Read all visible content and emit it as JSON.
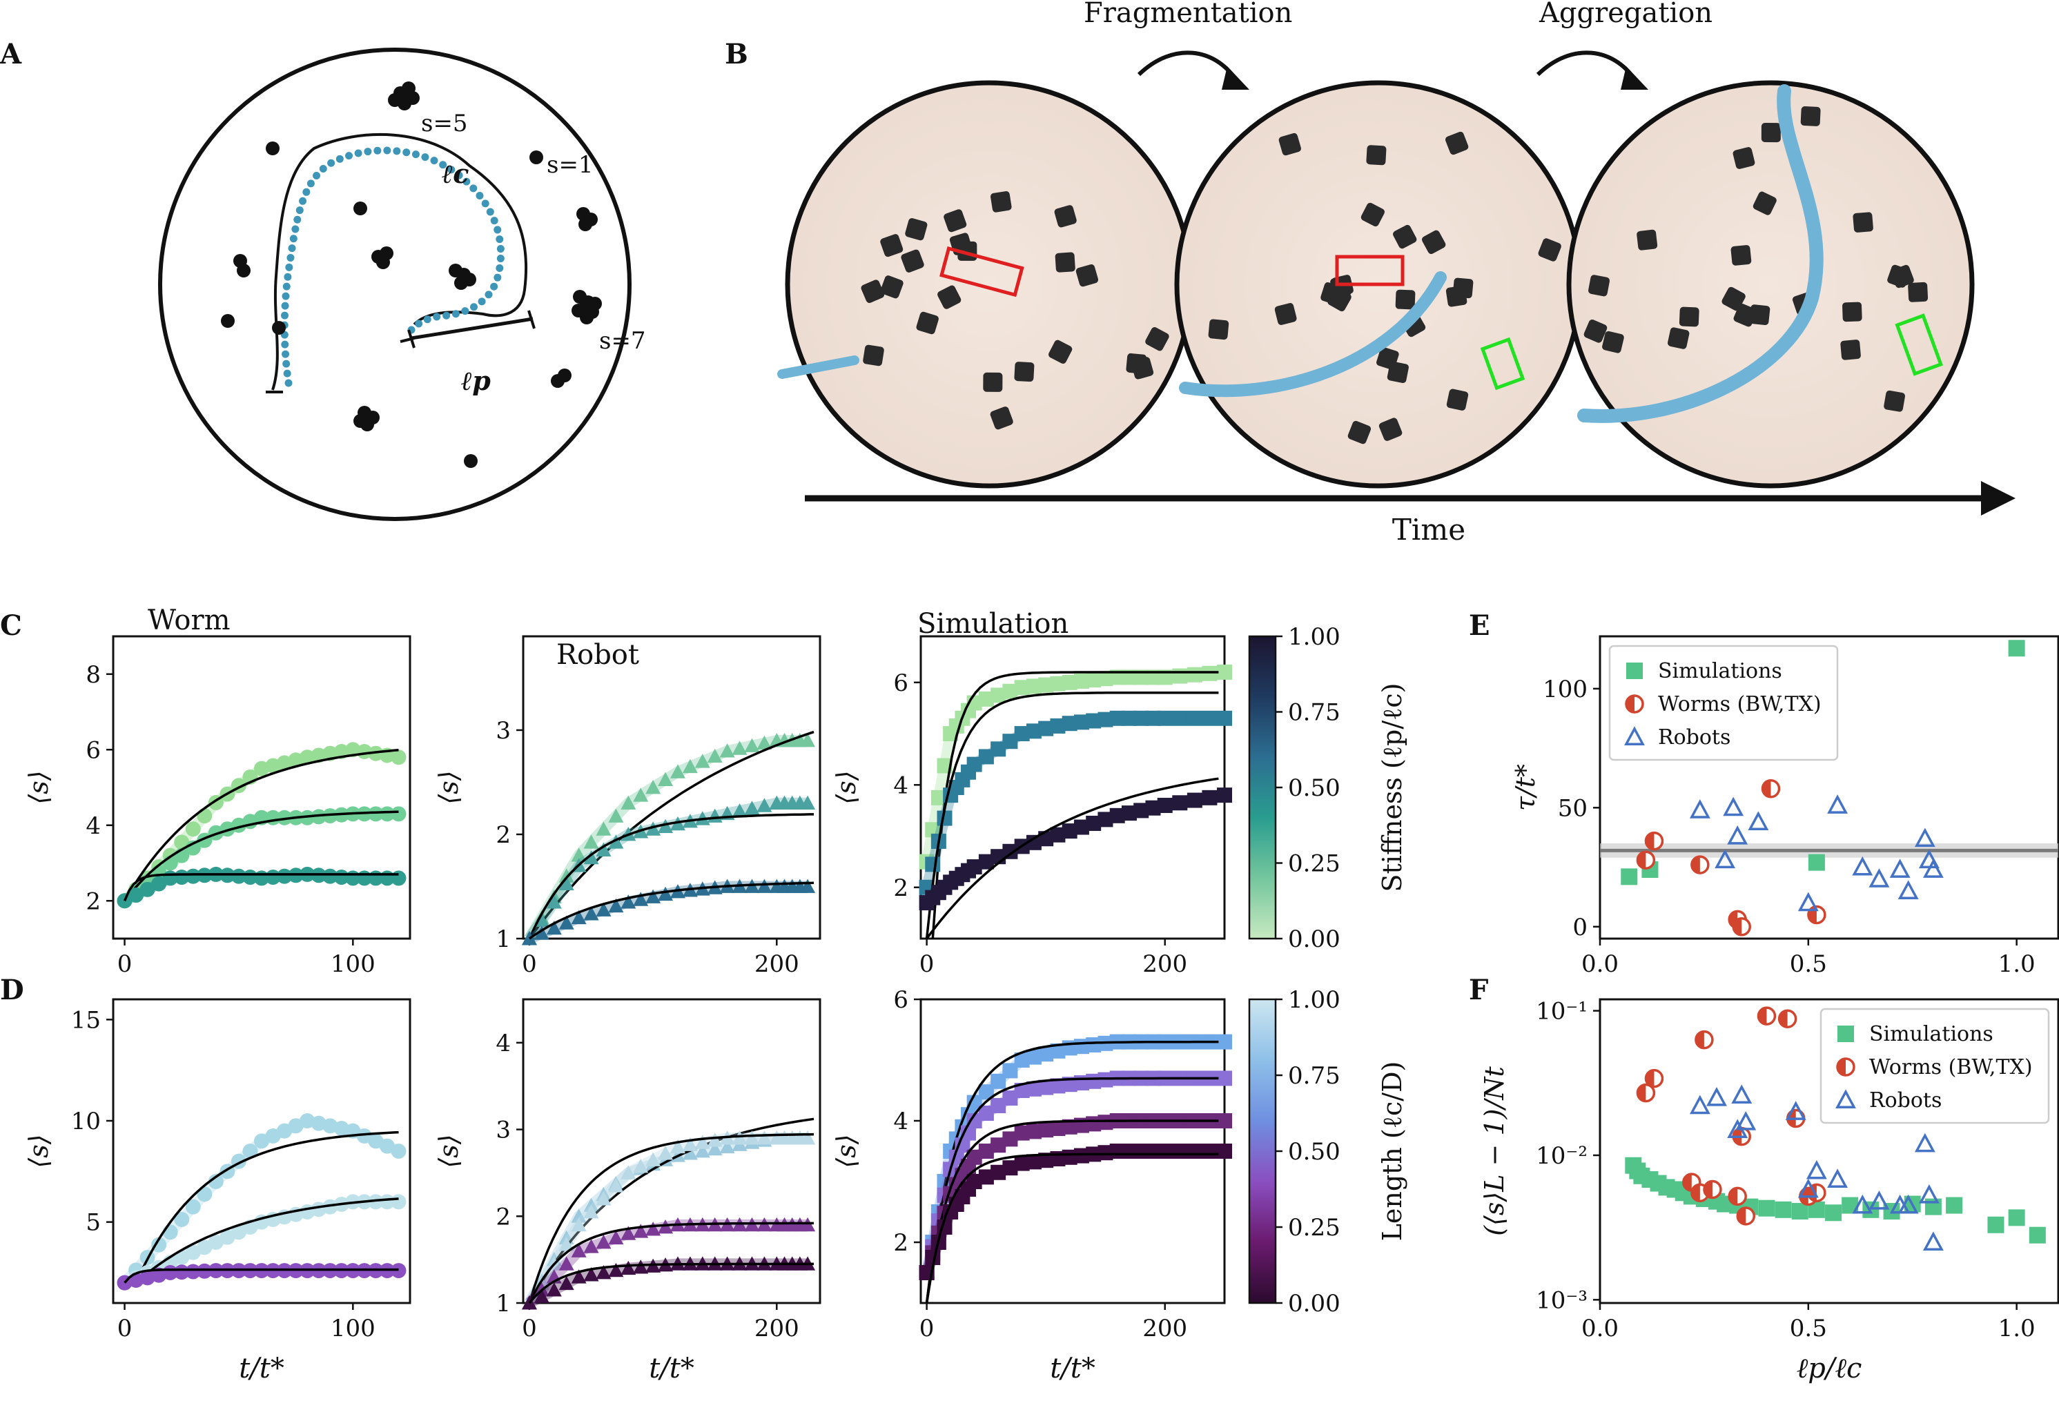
{
  "panel_letters": {
    "A": "A",
    "B": "B",
    "C": "C",
    "D": "D",
    "E": "E",
    "F": "F"
  },
  "schematic": {
    "cluster_labels": [
      "s=5",
      "s=1",
      "s=7"
    ],
    "contour_label": "ℓc",
    "persistence_label": "ℓp"
  },
  "sequence": {
    "step1": "Fragmentation",
    "step2": "Aggregation",
    "axis": "Time"
  },
  "colorbars": {
    "stiffness": {
      "label": "Stiffness (ℓp/ℓc)",
      "ticks": [
        "0.00",
        "0.25",
        "0.50",
        "0.75",
        "1.00"
      ],
      "colors": [
        "#c7e9c0",
        "#74c69d",
        "#2a9d8f",
        "#2c6e91",
        "#1f3a5f",
        "#1b1530"
      ]
    },
    "length": {
      "label": "Length (ℓc/D)",
      "ticks": [
        "0.00",
        "0.25",
        "0.50",
        "0.75",
        "1.00"
      ],
      "colors": [
        "#2b0a2e",
        "#6a1b6e",
        "#8a4fc0",
        "#6f8fe0",
        "#8ec0e8",
        "#cde6f0"
      ]
    }
  },
  "chart_data": [
    {
      "id": "C-worm",
      "type": "scatter",
      "title": "Worm",
      "xlabel": "",
      "ylabel": "⟨s⟩",
      "xlim": [
        -5,
        125
      ],
      "ylim": [
        1,
        9
      ],
      "xticks": [
        0,
        100
      ],
      "yticks": [
        2,
        4,
        6,
        8
      ],
      "series": [
        {
          "color": "#98dd95",
          "marker": "circle",
          "x": [
            0,
            20,
            40,
            60,
            80,
            100,
            120
          ],
          "y": [
            2.0,
            3.2,
            4.6,
            5.5,
            5.8,
            6.0,
            5.8
          ],
          "fit": [
            0,
            2,
            6.2,
            40
          ]
        },
        {
          "color": "#6fcf97",
          "marker": "circle",
          "x": [
            0,
            20,
            40,
            60,
            80,
            100,
            120
          ],
          "y": [
            2.0,
            3.0,
            3.8,
            4.2,
            4.2,
            4.3,
            4.3
          ],
          "fit": [
            0,
            2,
            4.4,
            30
          ]
        },
        {
          "color": "#2e9d8f",
          "marker": "circle",
          "x": [
            0,
            20,
            40,
            60,
            80,
            100,
            120
          ],
          "y": [
            2.0,
            2.6,
            2.7,
            2.6,
            2.7,
            2.6,
            2.6
          ],
          "fit": [
            0,
            2,
            2.7,
            4
          ]
        }
      ]
    },
    {
      "id": "C-robot",
      "type": "scatter",
      "title": "Robot",
      "xlabel": "",
      "ylabel": "⟨s⟩",
      "xlim": [
        -5,
        235
      ],
      "ylim": [
        1,
        3.9
      ],
      "xticks": [
        0,
        200
      ],
      "yticks": [
        1,
        2,
        3
      ],
      "series": [
        {
          "color": "#74c69d",
          "marker": "triangle",
          "x": [
            0,
            40,
            80,
            120,
            160,
            200,
            225
          ],
          "y": [
            1.0,
            1.8,
            2.3,
            2.6,
            2.8,
            2.9,
            2.9
          ],
          "fit": [
            0,
            1,
            3.6,
            160
          ]
        },
        {
          "color": "#4aa3a0",
          "marker": "triangle",
          "x": [
            0,
            40,
            80,
            120,
            160,
            200,
            225
          ],
          "y": [
            1.0,
            1.7,
            2.0,
            2.1,
            2.2,
            2.3,
            2.3
          ],
          "fit": [
            0,
            1,
            2.2,
            45
          ]
        },
        {
          "color": "#2c6e91",
          "marker": "triangle",
          "x": [
            0,
            40,
            80,
            120,
            160,
            200,
            225
          ],
          "y": [
            1.0,
            1.2,
            1.35,
            1.45,
            1.5,
            1.5,
            1.5
          ],
          "fit": [
            0,
            1,
            1.55,
            65
          ]
        }
      ]
    },
    {
      "id": "C-sim",
      "type": "scatter",
      "title": "Simulation",
      "xlabel": "",
      "ylabel": "⟨s⟩",
      "xlim": [
        -5,
        250
      ],
      "ylim": [
        1,
        6.9
      ],
      "xticks": [
        0,
        200
      ],
      "yticks": [
        2,
        4,
        6
      ],
      "series": [
        {
          "color": "#a6e3a1",
          "marker": "square",
          "x": [
            0,
            20,
            40,
            80,
            120,
            160,
            200,
            250
          ],
          "y": [
            2.5,
            5.0,
            5.6,
            5.9,
            6.0,
            6.1,
            6.1,
            6.2
          ],
          "fit": [
            5,
            1,
            6.2,
            14
          ]
        },
        {
          "color": "#2e7d9a",
          "marker": "square",
          "x": [
            0,
            20,
            40,
            80,
            120,
            160,
            200,
            250
          ],
          "y": [
            2.0,
            3.8,
            4.4,
            5.0,
            5.2,
            5.3,
            5.3,
            5.3
          ],
          "fit": [
            0,
            1,
            5.8,
            20
          ]
        },
        {
          "color": "#231a3b",
          "marker": "square",
          "x": [
            0,
            20,
            40,
            80,
            120,
            160,
            200,
            250
          ],
          "y": [
            1.7,
            2.1,
            2.4,
            2.8,
            3.1,
            3.4,
            3.6,
            3.8
          ],
          "fit": [
            0,
            1,
            4.5,
            110
          ]
        }
      ]
    },
    {
      "id": "D-worm",
      "type": "scatter",
      "title": "",
      "xlabel": "t/t*",
      "ylabel": "⟨s⟩",
      "xlim": [
        -5,
        125
      ],
      "ylim": [
        1,
        16
      ],
      "xticks": [
        0,
        100
      ],
      "yticks": [
        5,
        10,
        15
      ],
      "series": [
        {
          "color": "#a8d8e6",
          "marker": "circle",
          "x": [
            0,
            20,
            40,
            60,
            80,
            100,
            120
          ],
          "y": [
            2.0,
            4.5,
            7.0,
            9.0,
            10.0,
            9.5,
            8.5
          ],
          "fit": [
            5,
            2,
            9.6,
            30
          ]
        },
        {
          "color": "#bfe2ea",
          "marker": "circle",
          "x": [
            0,
            20,
            40,
            60,
            80,
            100,
            120
          ],
          "y": [
            2.0,
            3.0,
            4.0,
            5.0,
            5.5,
            6.0,
            6.0
          ],
          "fit": [
            5,
            2,
            6.5,
            45
          ]
        },
        {
          "color": "#8a4fc0",
          "marker": "circle",
          "x": [
            0,
            20,
            40,
            60,
            80,
            100,
            120
          ],
          "y": [
            2.0,
            2.5,
            2.6,
            2.6,
            2.6,
            2.6,
            2.6
          ],
          "fit": [
            0,
            2,
            2.65,
            4
          ]
        }
      ]
    },
    {
      "id": "D-robot",
      "type": "scatter",
      "title": "",
      "xlabel": "t/t*",
      "ylabel": "⟨s⟩",
      "xlim": [
        -5,
        235
      ],
      "ylim": [
        1,
        4.5
      ],
      "xticks": [
        0,
        200
      ],
      "yticks": [
        1,
        2,
        3,
        4
      ],
      "series": [
        {
          "color": "#9cc9de",
          "marker": "triangle",
          "x": [
            0,
            40,
            80,
            120,
            160,
            200,
            225
          ],
          "y": [
            1.0,
            2.0,
            2.5,
            2.7,
            2.8,
            2.9,
            2.9
          ],
          "fit": [
            0,
            1,
            3.3,
            90
          ]
        },
        {
          "color": "#b9d9e6",
          "marker": "triangle",
          "x": [
            0,
            40,
            80,
            120,
            160,
            200,
            225
          ],
          "y": [
            1.0,
            1.9,
            2.5,
            2.8,
            2.9,
            2.9,
            2.9
          ],
          "fit": [
            0,
            1,
            2.95,
            40
          ]
        },
        {
          "color": "#7a3a95",
          "marker": "triangle",
          "x": [
            0,
            40,
            80,
            120,
            160,
            200,
            225
          ],
          "y": [
            1.0,
            1.6,
            1.8,
            1.9,
            1.9,
            1.9,
            1.9
          ],
          "fit": [
            0,
            1,
            1.92,
            30
          ]
        },
        {
          "color": "#3d0f45",
          "marker": "triangle",
          "x": [
            0,
            40,
            80,
            120,
            160,
            200,
            225
          ],
          "y": [
            1.0,
            1.3,
            1.4,
            1.45,
            1.45,
            1.45,
            1.45
          ],
          "fit": [
            0,
            1,
            1.45,
            25
          ]
        }
      ]
    },
    {
      "id": "D-sim",
      "type": "scatter",
      "title": "",
      "xlabel": "t/t*",
      "ylabel": "⟨s⟩",
      "xlim": [
        -5,
        250
      ],
      "ylim": [
        1,
        6
      ],
      "xticks": [
        0,
        200
      ],
      "yticks": [
        2,
        4,
        6
      ],
      "series": [
        {
          "color": "#6fa8e8",
          "marker": "square",
          "x": [
            0,
            20,
            40,
            80,
            120,
            160,
            200,
            250
          ],
          "y": [
            1.5,
            3.5,
            4.3,
            5.0,
            5.2,
            5.3,
            5.3,
            5.3
          ],
          "fit": [
            0,
            1,
            5.3,
            25
          ]
        },
        {
          "color": "#8a6fd6",
          "marker": "square",
          "x": [
            0,
            20,
            40,
            80,
            120,
            160,
            200,
            250
          ],
          "y": [
            1.5,
            3.2,
            4.0,
            4.5,
            4.6,
            4.7,
            4.7,
            4.7
          ],
          "fit": [
            0,
            1,
            4.7,
            22
          ]
        },
        {
          "color": "#6b2a7a",
          "marker": "square",
          "x": [
            0,
            20,
            40,
            80,
            120,
            160,
            200,
            250
          ],
          "y": [
            1.5,
            2.8,
            3.4,
            3.8,
            3.9,
            4.0,
            4.0,
            4.0
          ],
          "fit": [
            0,
            1,
            4.0,
            20
          ]
        },
        {
          "color": "#3a0c3d",
          "marker": "square",
          "x": [
            0,
            20,
            40,
            80,
            120,
            160,
            200,
            250
          ],
          "y": [
            1.5,
            2.5,
            3.0,
            3.3,
            3.4,
            3.5,
            3.5,
            3.5
          ],
          "fit": [
            0,
            1,
            3.45,
            18
          ]
        }
      ]
    },
    {
      "id": "E",
      "type": "scatter",
      "title": "",
      "xlabel": "",
      "ylabel": "τ/t*",
      "xlim": [
        0,
        1.1
      ],
      "ylim": [
        -5,
        122
      ],
      "xticks": [
        0.0,
        0.5,
        1.0
      ],
      "yticks": [
        0,
        50,
        100
      ],
      "hline": {
        "y": 32,
        "band": [
          29,
          35
        ]
      },
      "legend": {
        "placement": "top-left",
        "entries": [
          "Simulations",
          "Worms (BW,TX)",
          "Robots"
        ]
      },
      "series": [
        {
          "name": "Simulations",
          "color": "#52c48a",
          "marker": "square",
          "x": [
            0.07,
            0.12,
            0.52,
            1.0
          ],
          "y": [
            21,
            24,
            27,
            117
          ]
        },
        {
          "name": "Worms (BW,TX)",
          "color": "#d1452e",
          "marker": "halfcircle",
          "x": [
            0.11,
            0.13,
            0.24,
            0.33,
            0.34,
            0.41,
            0.52
          ],
          "y": [
            28,
            36,
            26,
            3,
            0,
            58,
            5
          ]
        },
        {
          "name": "Robots",
          "color": "#4472c4",
          "marker": "triangle",
          "x": [
            0.24,
            0.3,
            0.32,
            0.33,
            0.38,
            0.5,
            0.57,
            0.63,
            0.67,
            0.72,
            0.74,
            0.78,
            0.79,
            0.8
          ],
          "y": [
            49,
            28,
            50,
            38,
            44,
            10,
            51,
            25,
            20,
            24,
            15,
            37,
            28,
            24
          ]
        }
      ]
    },
    {
      "id": "F",
      "type": "scatter",
      "title": "",
      "xlabel": "ℓp/ℓc",
      "ylabel": "(⟨s⟩L − 1)/Nt",
      "xlim": [
        0,
        1.1
      ],
      "ylim": [
        0.00095,
        0.12
      ],
      "yscale": "log",
      "xticks": [
        0.0,
        0.5,
        1.0
      ],
      "yticks": [
        0.001,
        0.01,
        0.1
      ],
      "yticklabels": [
        "10⁻³",
        "10⁻²",
        "10⁻¹"
      ],
      "legend": {
        "placement": "top-right",
        "entries": [
          "Simulations",
          "Worms (BW,TX)",
          "Robots"
        ]
      },
      "series": [
        {
          "name": "Simulations",
          "color": "#52c48a",
          "marker": "square",
          "x": [
            0.08,
            0.09,
            0.1,
            0.12,
            0.14,
            0.16,
            0.18,
            0.2,
            0.22,
            0.25,
            0.28,
            0.3,
            0.33,
            0.36,
            0.4,
            0.44,
            0.48,
            0.52,
            0.56,
            0.6,
            0.65,
            0.7,
            0.75,
            0.8,
            0.85,
            0.95,
            1.0,
            1.05
          ],
          "y": [
            0.0085,
            0.0078,
            0.0072,
            0.0068,
            0.0064,
            0.006,
            0.0058,
            0.0055,
            0.0052,
            0.005,
            0.0048,
            0.0046,
            0.0045,
            0.0044,
            0.0043,
            0.0042,
            0.0041,
            0.0042,
            0.004,
            0.0045,
            0.0042,
            0.0041,
            0.0046,
            0.0044,
            0.0045,
            0.0033,
            0.0037,
            0.0028
          ]
        },
        {
          "name": "Worms (BW,TX)",
          "color": "#d1452e",
          "marker": "halfcircle",
          "x": [
            0.11,
            0.13,
            0.22,
            0.24,
            0.25,
            0.27,
            0.33,
            0.34,
            0.35,
            0.4,
            0.45,
            0.47,
            0.5,
            0.52
          ],
          "y": [
            0.027,
            0.034,
            0.0065,
            0.0055,
            0.063,
            0.0058,
            0.0052,
            0.0135,
            0.0038,
            0.092,
            0.088,
            0.018,
            0.0052,
            0.0055
          ]
        },
        {
          "name": "Robots",
          "color": "#4472c4",
          "marker": "triangle",
          "x": [
            0.24,
            0.28,
            0.33,
            0.34,
            0.35,
            0.47,
            0.5,
            0.52,
            0.57,
            0.63,
            0.67,
            0.72,
            0.74,
            0.78,
            0.79,
            0.8
          ],
          "y": [
            0.022,
            0.025,
            0.015,
            0.026,
            0.017,
            0.02,
            0.0058,
            0.0078,
            0.0068,
            0.0045,
            0.0048,
            0.0045,
            0.0045,
            0.012,
            0.0053,
            0.0025
          ]
        }
      ]
    }
  ]
}
